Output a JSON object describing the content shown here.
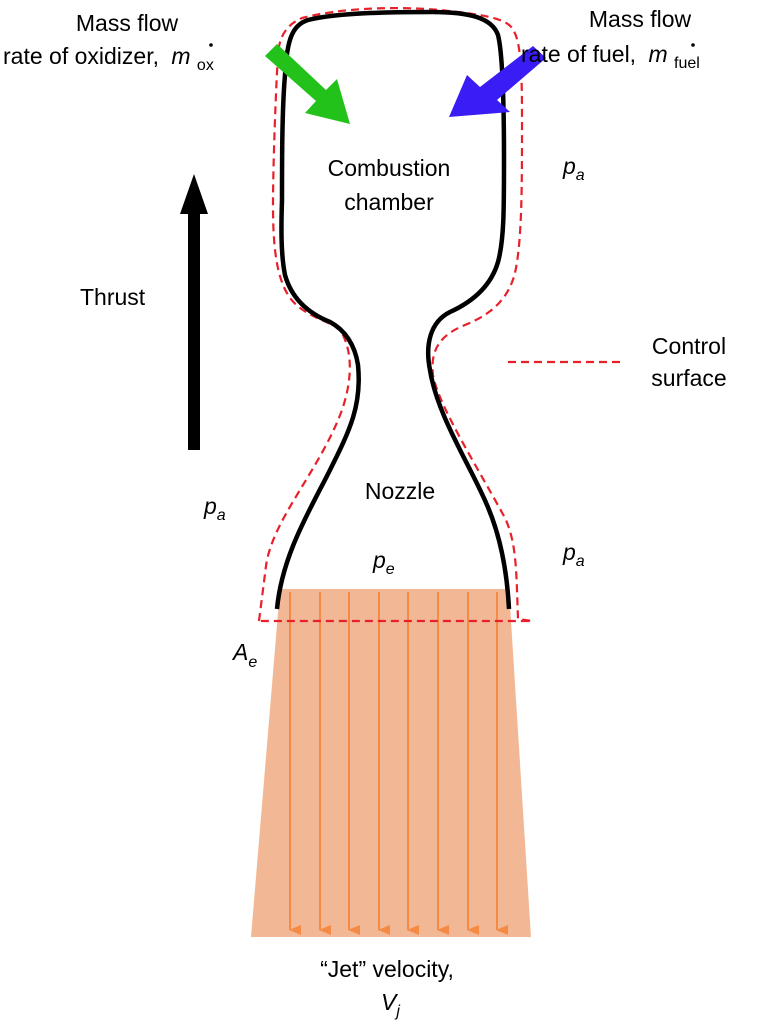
{
  "labels": {
    "oxidizer_line1": "Mass flow",
    "oxidizer_line2": "rate of oxidizer,",
    "oxidizer_symbol": "m",
    "oxidizer_subscript": "ox",
    "fuel_line1": "Mass flow",
    "fuel_line2": "rate of fuel,",
    "fuel_symbol": "m",
    "fuel_subscript": "fuel",
    "chamber_line1": "Combustion",
    "chamber_line2": "chamber",
    "thrust": "Thrust",
    "control_surface_line1": "Control",
    "control_surface_line2": "surface",
    "nozzle": "Nozzle",
    "ambient_pressure_symbol": "p",
    "ambient_pressure_subscript": "a",
    "exit_pressure_symbol": "p",
    "exit_pressure_subscript": "e",
    "exit_area_symbol": "A",
    "exit_area_subscript": "e",
    "jet_line1": "“Jet” velocity,",
    "jet_symbol": "V",
    "jet_subscript": "j"
  },
  "colors": {
    "oxidizer_arrow": "#22c21b",
    "fuel_arrow": "#3a1cf5",
    "thrust_arrow": "#000000",
    "control_surface": "#e8202a",
    "jet_plume": "#f2b896",
    "jet_arrows": "#f58a45",
    "nozzle_wall": "#000000"
  }
}
